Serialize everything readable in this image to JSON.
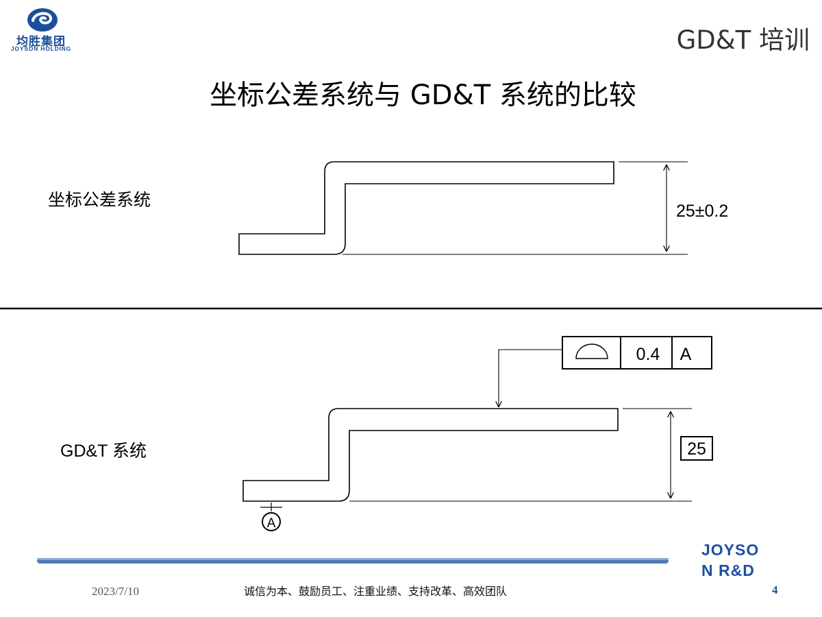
{
  "logo": {
    "name": "均胜集团",
    "sub": "JOYSON HOLDING",
    "mark_color": "#1b4f9c"
  },
  "header": {
    "title": "GD&T  培训"
  },
  "slide": {
    "title": "坐标公差系统与 GD&T 系统的比较"
  },
  "section_coord": {
    "label": "坐标公差系统",
    "dimension": "25±0.2"
  },
  "section_gdt": {
    "label": "GD&T 系统",
    "basic_dimension": "25",
    "feature_control_frame": {
      "symbol": "profile-of-a-surface-icon",
      "tolerance": "0.4",
      "datum": "A"
    },
    "datum_label": "A"
  },
  "footer": {
    "date": "2023/7/10",
    "motto": "诚信为本、鼓励员工、注重业绩、支持改革、高效团队",
    "brand_line1": "JOYSO",
    "brand_line2": "N R&D",
    "page": "4",
    "brand_color": "#1f4fa3",
    "bar_color": "#4f7bb5"
  }
}
